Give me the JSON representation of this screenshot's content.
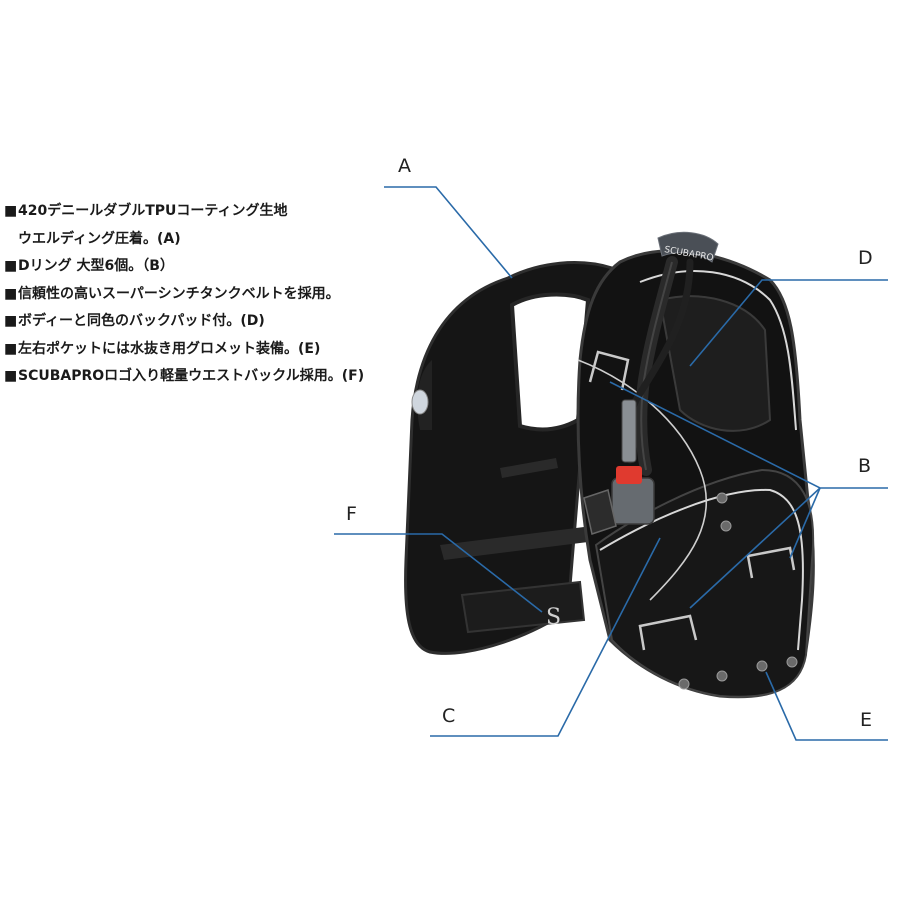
{
  "features": [
    {
      "bullet": "■",
      "text": "420デニールダブルTPUコーティング生地"
    },
    {
      "bullet": "",
      "text": "ウエルディング圧着。(A)"
    },
    {
      "bullet": "■",
      "text": "Dリング 大型6個。（B）"
    },
    {
      "bullet": "■",
      "text": "信頼性の高いスーパーシンチタンクベルトを採用。"
    },
    {
      "bullet": "■",
      "text": "ボディーと同色のバックパッド付。(D)"
    },
    {
      "bullet": "■",
      "text": "左右ポケットには水抜き用グロメット装備。(E)"
    },
    {
      "bullet": "■",
      "text": "SCUBAPROロゴ入り軽量ウエストバックル採用。(F)"
    }
  ],
  "callouts": {
    "A": "A",
    "B": "B",
    "C": "C",
    "D": "D",
    "E": "E",
    "F": "F"
  },
  "product": {
    "shoulder_logo": "SCUBAPRO",
    "logo_mark": "S"
  },
  "colors": {
    "leader_line": "#2a6aa8",
    "vest_body": "#141414",
    "vest_highlight": "#2b2b2b",
    "piping": "#d8d8d8",
    "dump_valve": "#e03a2f"
  }
}
